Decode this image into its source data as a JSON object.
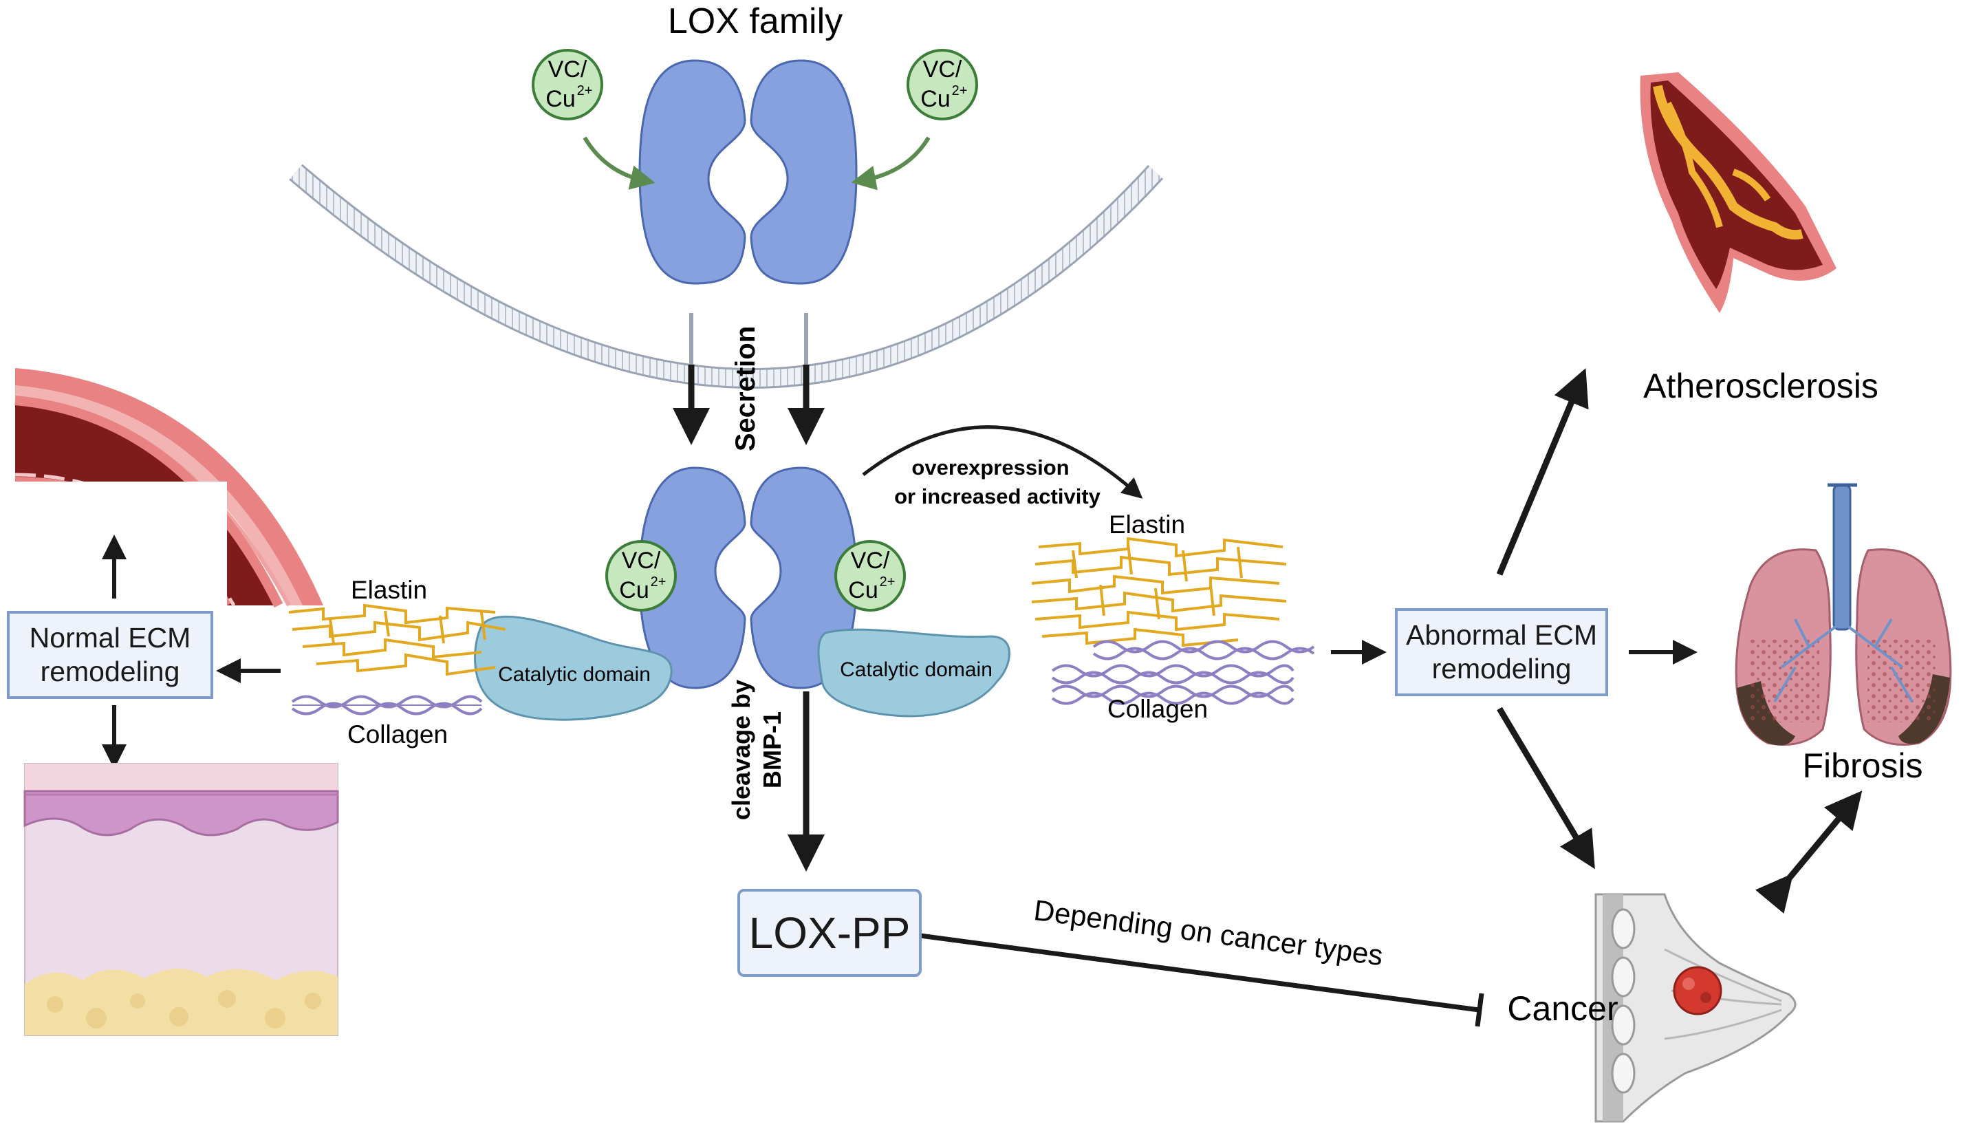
{
  "title": "LOX family",
  "cofactor": {
    "line1": "VC/",
    "line2": "Cu",
    "sup": "2+"
  },
  "labels": {
    "secretion": "Secretion",
    "overexpression_line1": "overexpression",
    "overexpression_line2": "or increased activity",
    "cleavage_line1": "cleavage by",
    "cleavage_line2": "BMP-1",
    "catalytic_domain": "Catalytic domain",
    "elastin": "Elastin",
    "collagen": "Collagen",
    "depending": "Depending on cancer types"
  },
  "boxes": {
    "normal_ecm_line1": "Normal ECM",
    "normal_ecm_line2": "remodeling",
    "abnormal_ecm_line1": "Abnormal ECM",
    "abnormal_ecm_line2": "remodeling",
    "lox_pp": "LOX-PP"
  },
  "diseases": {
    "atherosclerosis": "Atherosclerosis",
    "fibrosis": "Fibrosis",
    "cancer": "Cancer"
  },
  "colors": {
    "lox_protein": "#86a1de",
    "lox_outline": "#4a67b0",
    "cofactor_fill": "#c7e7bf",
    "cofactor_outline": "#3c7d3a",
    "catalytic_domain": "#9ccbde",
    "elastin": "#e2a81f",
    "collagen": "#8d7fc2",
    "box_fill": "#eef3fb",
    "box_outline": "#7f9bc9",
    "vessel_wall": "#e98283",
    "vessel_lumen": "#7e1c1c",
    "plaque": "#f2b233",
    "skin_dermis": "#ecdbe9",
    "skin_epidermis": "#cf94c8",
    "fat": "#f3dfa6",
    "lung": "#d9939f",
    "trachea": "#6f93c9",
    "tumor": "#d4392f"
  }
}
